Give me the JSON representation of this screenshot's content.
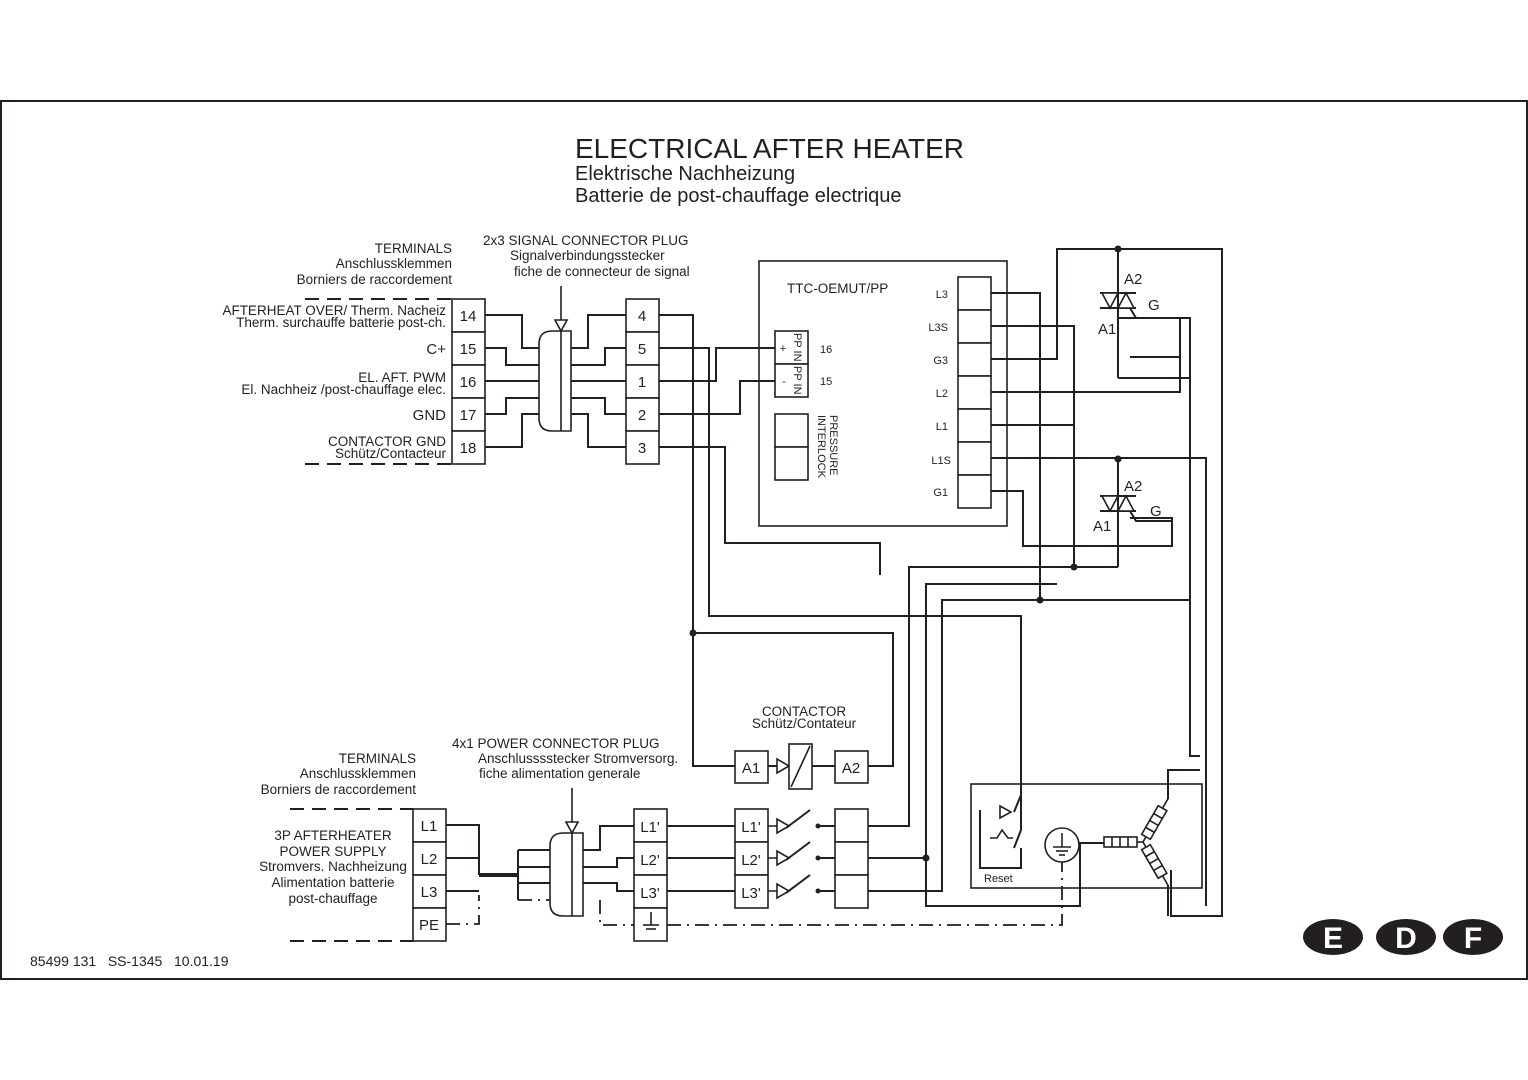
{
  "title": {
    "main": "ELECTRICAL AFTER HEATER",
    "de": "Elektrische Nachheizung",
    "fr": "Batterie de post-chauffage electrique"
  },
  "signal_terminals": {
    "heading": [
      "TERMINALS",
      "Anschlussklemmen",
      "Borniers de raccordement"
    ],
    "rows": [
      {
        "num": "14",
        "label": [
          "AFTERHEAT OVER/ Therm. Nacheiz",
          "Therm. surchauffe batterie post-ch."
        ]
      },
      {
        "num": "15",
        "label": [
          "C+"
        ]
      },
      {
        "num": "16",
        "label": [
          "EL. AFT. PWM",
          "El. Nachheiz /post-chauffage elec."
        ]
      },
      {
        "num": "17",
        "label": [
          "GND"
        ]
      },
      {
        "num": "18",
        "label": [
          "CONTACTOR GND",
          "Schütz/Contacteur"
        ]
      }
    ]
  },
  "signal_connector": {
    "heading": [
      "2x3 SIGNAL CONNECTOR PLUG",
      "Signalverbindungsstecker",
      "fiche de connecteur de signal"
    ],
    "pins": [
      "4",
      "5",
      "1",
      "2",
      "3"
    ]
  },
  "controller": {
    "name": "TTC-OEMUT/PP",
    "pp_in": {
      "plus_label": "PP IN",
      "plus_sign": "+",
      "minus_label": "PP IN",
      "minus_sign": "-",
      "plus_pin": "16",
      "minus_pin": "15"
    },
    "pressure_interlock": [
      "PRESSURE",
      "INTERLOCK"
    ],
    "outputs": [
      "L3",
      "L3S",
      "G3",
      "L2",
      "L1",
      "L1S",
      "G1"
    ]
  },
  "triacs": [
    {
      "a2": "A2",
      "a1": "A1",
      "g": "G"
    },
    {
      "a2": "A2",
      "a1": "A1",
      "g": "G"
    }
  ],
  "contactor": {
    "heading": [
      "CONTACTOR",
      "Schütz/Contateur"
    ],
    "coil_a1": "A1",
    "coil_a2": "A2",
    "poles": [
      "L1'",
      "L2'",
      "L3'"
    ]
  },
  "power_terminals": {
    "heading": [
      "TERMINALS",
      "Anschlussklemmen",
      "Borniers de raccordement"
    ],
    "supply_label": [
      "3P AFTERHEATER",
      "POWER SUPPLY",
      "Stromvers. Nachheizung",
      "Alimentation batterie",
      "post-chauffage"
    ],
    "rows": [
      "L1",
      "L2",
      "L3",
      "PE"
    ]
  },
  "power_connector": {
    "heading": [
      "4x1 POWER CONNECTOR PLUG",
      "Anschlusssstecker Stromversorg.",
      "fiche alimentation generale"
    ],
    "pins": [
      "L1'",
      "L2'",
      "L3'",
      "earth"
    ]
  },
  "heater": {
    "reset_label": "Reset"
  },
  "footer": {
    "doc_code": "85499 131   SS-1345   10.01.19",
    "languages": [
      "E",
      "D",
      "F"
    ]
  }
}
